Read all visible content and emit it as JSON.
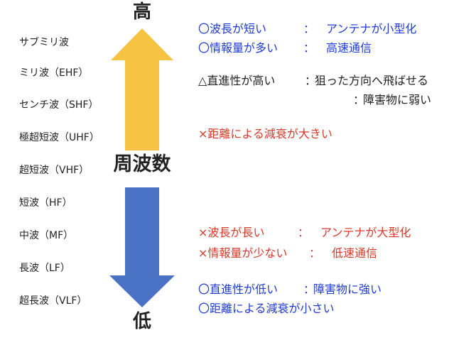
{
  "axis": {
    "top_label": "高",
    "middle_label": "周波数",
    "bottom_label": "低"
  },
  "bands": [
    "サブミリ波",
    "ミリ波（EHF）",
    "センチ波（SHF）",
    "極超短波（UHF）",
    "超短波（VHF）",
    "短波（HF）",
    "中波（MF）",
    "長波（LF）",
    "超長波（VLF）"
  ],
  "colors": {
    "up_arrow": "#F5C242",
    "down_arrow": "#4A72C4",
    "positive_text": "#1F3BD6",
    "negative_text": "#D83A2A",
    "neutral_text": "#222222"
  },
  "high_freq_notes": {
    "line1": {
      "marker": "〇",
      "term": "波長が短い",
      "sep": "：",
      "effect": "アンテナが小型化"
    },
    "line2": {
      "marker": "〇",
      "term": "情報量が多い",
      "sep": "：",
      "effect": "高速通信"
    },
    "line3": {
      "marker": "△",
      "term": "直進性が高い",
      "sep": "：",
      "effect": "狙った方向へ飛ばせる"
    },
    "line4": {
      "sep": "：",
      "effect": "障害物に弱い"
    },
    "line5": {
      "marker": "×",
      "text": "距離による減衰が大きい"
    }
  },
  "low_freq_notes": {
    "line1": {
      "marker": "×",
      "term": "波長が長い",
      "sep": "：",
      "effect": "アンテナが大型化"
    },
    "line2": {
      "marker": "×",
      "term": "情報量が少ない",
      "sep": "：",
      "effect": "低速通信"
    },
    "line3": {
      "marker": "〇",
      "term": "直進性が低い",
      "sep": "：",
      "effect": "障害物に強い"
    },
    "line4": {
      "marker": "〇",
      "text": "距離による減衰が小さい"
    }
  }
}
